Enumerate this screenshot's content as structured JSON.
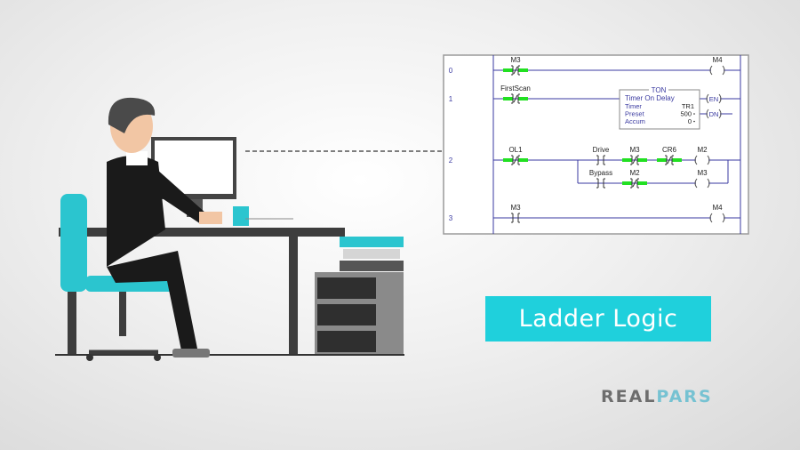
{
  "ladder": {
    "rungs": [
      {
        "number": "0",
        "elements": [
          {
            "type": "nc",
            "label": "M3",
            "energized": true
          },
          {
            "type": "coil",
            "label": "M4"
          }
        ]
      },
      {
        "number": "1",
        "elements": [
          {
            "type": "nc",
            "label": "FirstScan",
            "energized": true
          },
          {
            "type": "timer",
            "title": "TON",
            "name": "Timer On Delay",
            "rows": [
              {
                "label": "Timer",
                "value": "TR1"
              },
              {
                "label": "Preset",
                "value": "500"
              },
              {
                "label": "Accum",
                "value": "0"
              }
            ],
            "outputs": [
              "EN",
              "DN"
            ]
          }
        ]
      },
      {
        "number": "2",
        "elements": [
          {
            "type": "nc",
            "label": "OL1",
            "energized": true
          },
          {
            "type": "no",
            "label": "Drive",
            "energized": false
          },
          {
            "type": "nc",
            "label": "M3",
            "energized": true
          },
          {
            "type": "nc",
            "label": "CR6",
            "energized": true
          },
          {
            "type": "coil",
            "label": "M2"
          },
          {
            "type": "no",
            "label": "Bypass",
            "energized": false
          },
          {
            "type": "nc",
            "label": "M2",
            "energized": true
          },
          {
            "type": "coil",
            "label": "M3"
          }
        ]
      },
      {
        "number": "3",
        "elements": [
          {
            "type": "no",
            "label": "M3",
            "energized": false
          },
          {
            "type": "coil",
            "label": "M4"
          }
        ]
      }
    ]
  },
  "badge": {
    "label": "Ladder Logic"
  },
  "logo": {
    "part1": "REAL",
    "part2": "PARS"
  },
  "colors": {
    "accent": "#1fd0dc",
    "energized": "#22e022",
    "ladder": "#3a3aa0",
    "logo_gray": "#6d6d6d",
    "logo_blue": "#76c2d2"
  }
}
